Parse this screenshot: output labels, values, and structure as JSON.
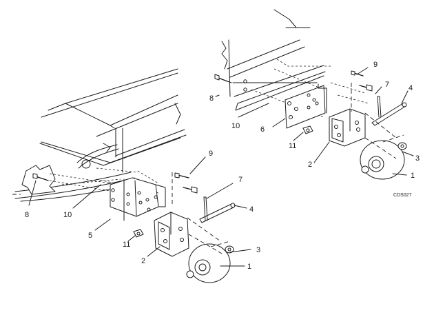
{
  "callouts": {
    "upper": {
      "c9": "9",
      "c7": "7",
      "c4": "4",
      "c8": "8",
      "c10": "10",
      "c6": "6",
      "c11": "11",
      "c2": "2",
      "c3": "3",
      "c1": "1"
    },
    "lower": {
      "c9": "9",
      "c7": "7",
      "c4": "4",
      "c8": "8",
      "c10": "10",
      "c5": "5",
      "c11": "11",
      "c2": "2",
      "c3": "3",
      "c1": "1"
    }
  },
  "figure_id": "CDS027"
}
